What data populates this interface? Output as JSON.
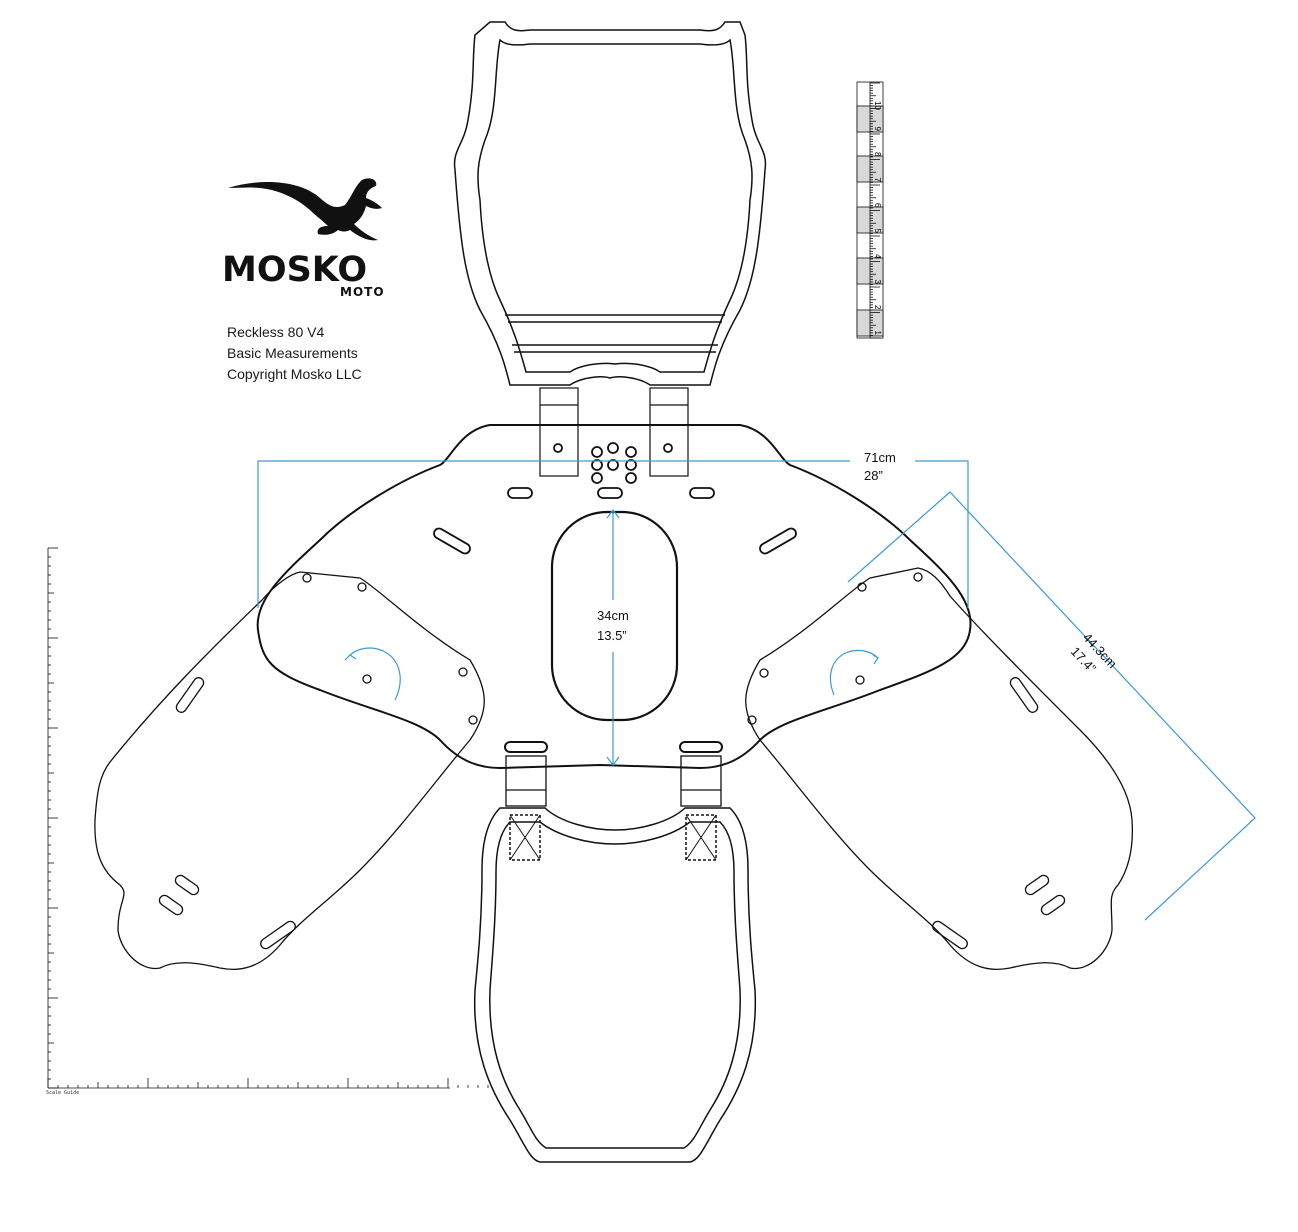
{
  "brand": {
    "name": "MOSKO",
    "sub": "MOTO"
  },
  "info": {
    "line1": "Reckless 80 V4",
    "line2": "Basic Measurements",
    "line3": "Copyright Mosko LLC"
  },
  "measurements": {
    "width_cm": "71cm",
    "width_in": "28”",
    "depth_cm": "34cm",
    "depth_in": "13.5”",
    "diag_cm": "44.3cm",
    "diag_in": "17.4”"
  },
  "scale": {
    "guide_label": "Scale Guide",
    "ruler_numbers": [
      "1",
      "2",
      "3",
      "4",
      "5",
      "6",
      "7",
      "8",
      "9",
      "10"
    ]
  },
  "colors": {
    "line": "#111111",
    "dimension": "#3a9ad9"
  }
}
